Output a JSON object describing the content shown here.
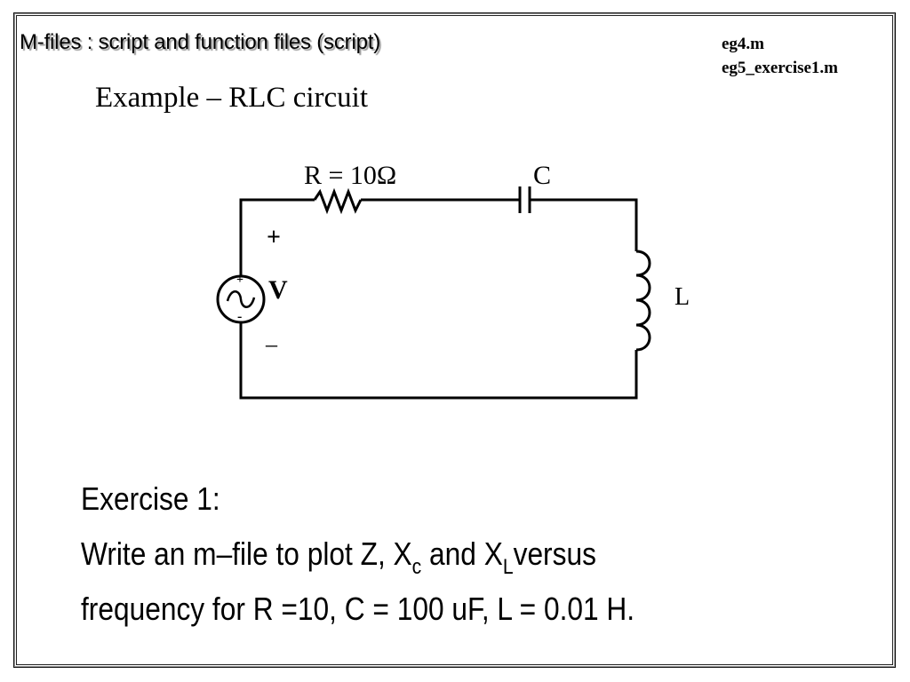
{
  "slide": {
    "title": "M-files : script and function files (script)",
    "files": [
      "eg4.m",
      "eg5_exercise1.m"
    ],
    "subtitle": "Example – RLC circuit"
  },
  "circuit": {
    "resistor_label": "R = 10Ω",
    "capacitor_label": "C",
    "inductor_label": "L",
    "source_label": "V",
    "plus_label": "+",
    "minus_label": "–",
    "source_plus_mark": "+",
    "source_minus_mark": "-"
  },
  "exercise": {
    "heading": "Exercise 1:",
    "line1_part1": "Write an m–file to plot Z, X",
    "line1_sub1": "c",
    "line1_part2": " and X",
    "line1_sub2": "L",
    "line1_part3": "versus",
    "line2": "frequency for R =10, C = 100 uF, L = 0.01 H."
  }
}
